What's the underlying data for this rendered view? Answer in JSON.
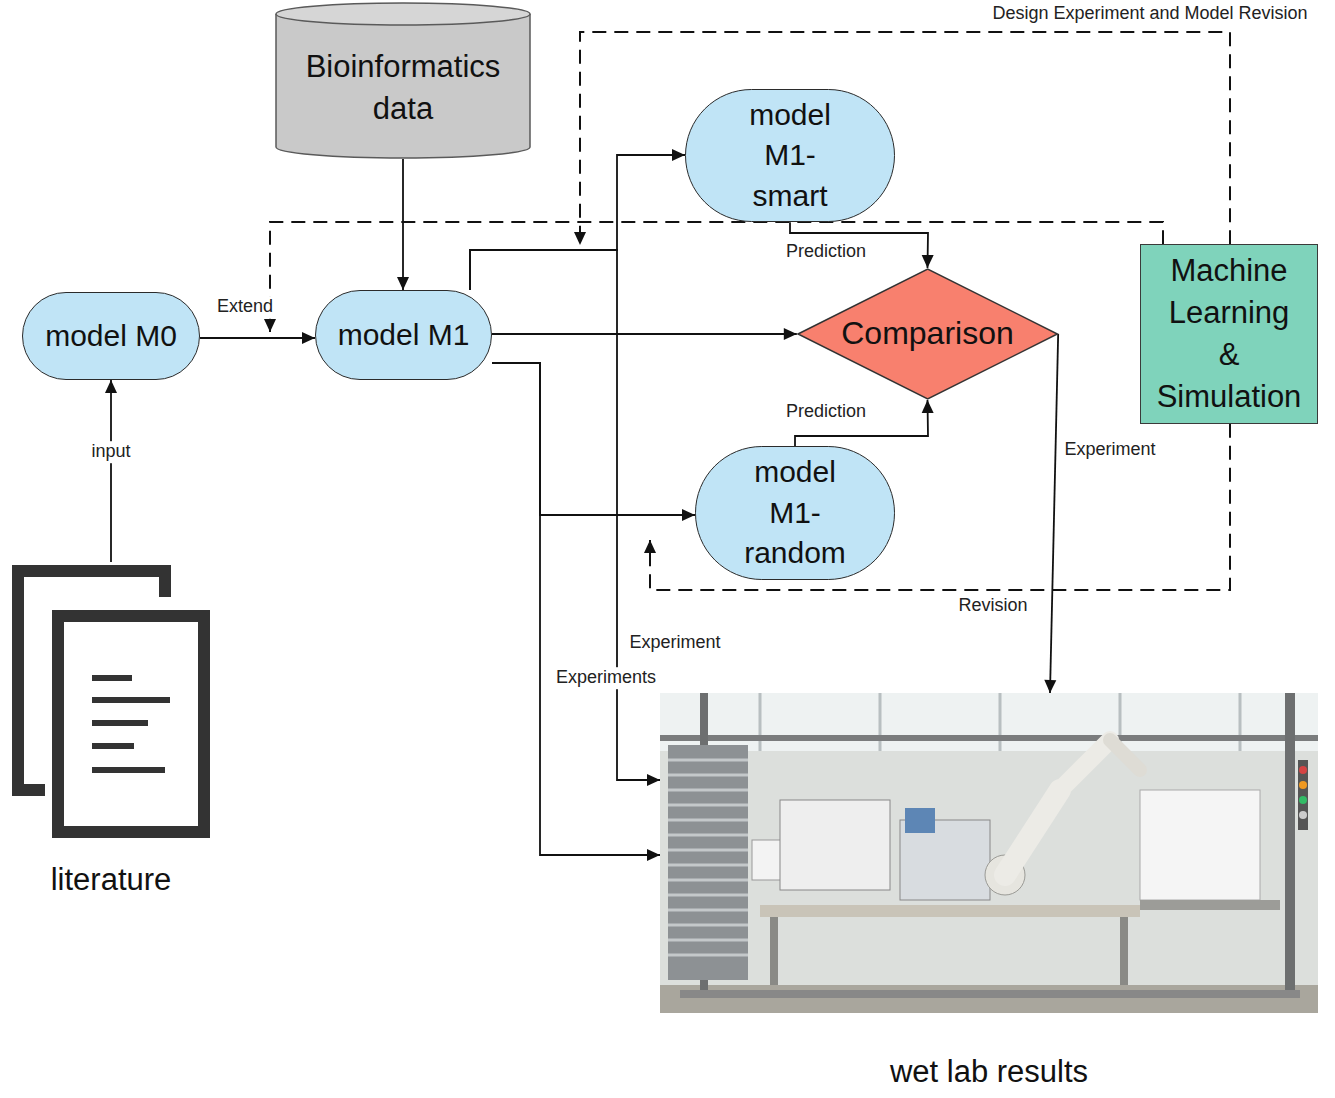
{
  "diagram": {
    "nodes": [
      {
        "text": [
          "Bioinformatics data"
        ]
      },
      {
        "text": [
          "model M1-smart"
        ]
      },
      {
        "text": [
          "Machine Learning & Simulation"
        ]
      },
      {
        "text": [
          "model M0"
        ]
      },
      {
        "text": [
          "model M1"
        ]
      },
      {
        "text": [
          "Comparison"
        ]
      },
      {
        "text": [
          "model M1-random"
        ]
      },
      {
        "text": [
          "literature"
        ]
      },
      {
        "text": [
          "wet lab results"
        ]
      }
    ],
    "edges": [
      {
        "from": 7,
        "to": 3,
        "label": "input",
        "arrow": "to"
      },
      {
        "from": 3,
        "to": 4,
        "label": "Extend",
        "arrow": "to"
      },
      {
        "from": 0,
        "to": 4,
        "arrow": "to"
      },
      {
        "from": 4,
        "to": 1,
        "arrow": "to"
      },
      {
        "from": 4,
        "to": 5,
        "arrow": "to"
      },
      {
        "from": 4,
        "to": 6,
        "arrow": "to"
      },
      {
        "from": 4,
        "to": 8,
        "label": "Experiment",
        "arrow": "to"
      },
      {
        "from": 4,
        "to": 8,
        "label": "Experiments",
        "arrow": "to"
      },
      {
        "from": 1,
        "to": 5,
        "label": "Prediction",
        "arrow": "to"
      },
      {
        "from": 6,
        "to": 5,
        "label": "Prediction",
        "arrow": "to"
      },
      {
        "from": 5,
        "to": 8,
        "label": "Experiment",
        "arrow": "to"
      },
      {
        "from": 2,
        "to": 4,
        "label": "Design Experiment and Model Revision",
        "arrow": "to"
      },
      {
        "from": 2,
        "to": 4,
        "arrow": "to"
      },
      {
        "from": 2,
        "to": 6,
        "label": "Revision",
        "arrow": "to"
      }
    ]
  }
}
